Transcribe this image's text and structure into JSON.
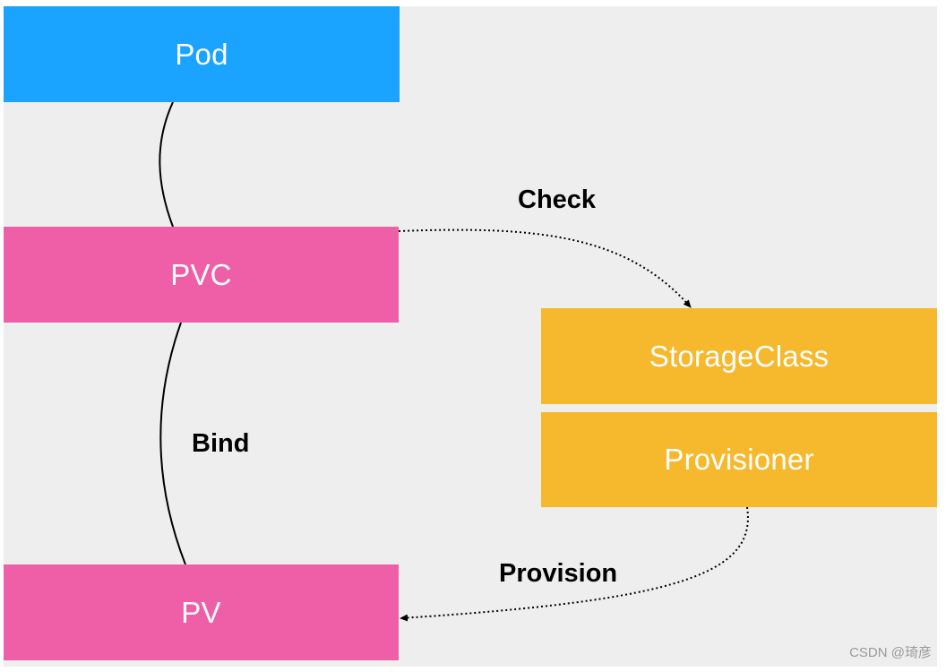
{
  "nodes": {
    "pod": {
      "label": "Pod",
      "color": "#1aa3ff"
    },
    "pvc": {
      "label": "PVC",
      "color": "#ee5fa7"
    },
    "pv": {
      "label": "PV",
      "color": "#ee5fa7"
    },
    "storageclass": {
      "label": "StorageClass",
      "color": "#f6b82d"
    },
    "provisioner": {
      "label": "Provisioner",
      "color": "#f6b82d"
    }
  },
  "edges": {
    "pod_pvc": {
      "from": "Pod",
      "to": "PVC",
      "style": "solid"
    },
    "pvc_pv": {
      "from": "PVC",
      "to": "PV",
      "label": "Bind",
      "style": "solid"
    },
    "pvc_storageclass": {
      "from": "PVC",
      "to": "StorageClass",
      "label": "Check",
      "style": "dotted",
      "arrow": true
    },
    "provisioner_pv": {
      "from": "Provisioner",
      "to": "PV",
      "label": "Provision",
      "style": "dotted",
      "arrow": true
    }
  },
  "background_color": "#eeeeee",
  "watermark": "CSDN @琦彦"
}
